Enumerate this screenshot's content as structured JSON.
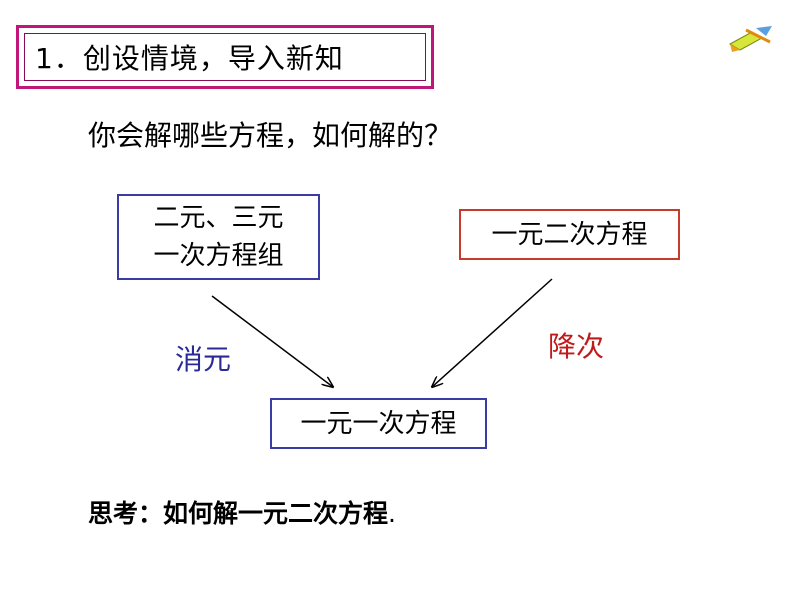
{
  "title": "1．创设情境，导入新知",
  "question": "你会解哪些方程，如何解的？",
  "boxes": {
    "left_line1": "二元、三元",
    "left_line2": "一次方程组",
    "right": "一元二次方程",
    "bottom": "一元一次方程"
  },
  "labels": {
    "left": "消元",
    "right": "降次"
  },
  "think": {
    "text": "思考：如何解一元二次方程",
    "period": "."
  },
  "colors": {
    "title_border": "#c0167a",
    "blue": "#3b3ba6",
    "red": "#c83a2a"
  },
  "icon": "pencil-ruler-icon"
}
